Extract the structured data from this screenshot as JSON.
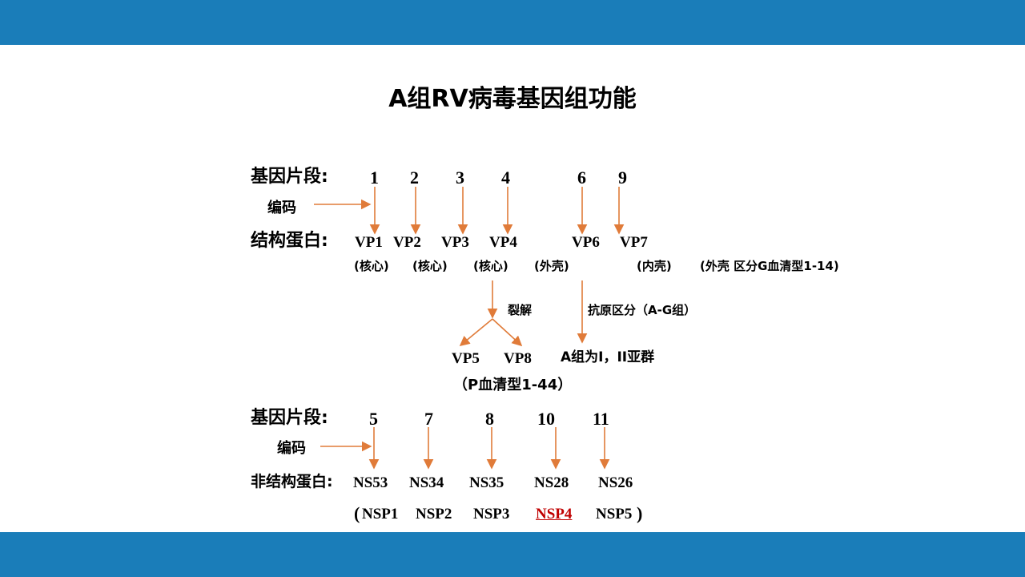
{
  "title": "A组RV病毒基因组功能",
  "colors": {
    "band": "#1a7db9",
    "arrow": "#e07b39",
    "highlight": "#c00000"
  },
  "structural": {
    "segment_label": "基因片段:",
    "encode_label": "编码",
    "protein_label": "结构蛋白:",
    "segments": [
      "1",
      "2",
      "3",
      "4",
      "6",
      "9"
    ],
    "proteins": [
      "VP1",
      "VP2",
      "VP3",
      "VP4",
      "VP6",
      "VP7"
    ],
    "roles": [
      "(核心)",
      "(核心)",
      "(核心)",
      "(外壳)",
      "(内壳)",
      "(外壳  区分G血清型1-14)"
    ],
    "cleave_label": "裂解",
    "cleave_products": [
      "VP5",
      "VP8"
    ],
    "p_serotype": "（P血清型1-44）",
    "antigen_label": "抗原区分（A-G组）",
    "antigen_result": "A组为I，II亚群"
  },
  "nonstructural": {
    "segment_label": "基因片段:",
    "encode_label": "编码",
    "protein_label": "非结构蛋白:",
    "segments": [
      "5",
      "7",
      "8",
      "10",
      "11"
    ],
    "proteins": [
      "NS53",
      "NS34",
      "NS35",
      "NS28",
      "NS26"
    ],
    "nsp_open": "(",
    "nsp": [
      "NSP1",
      "NSP2",
      "NSP3",
      "NSP4",
      "NSP5"
    ],
    "nsp_close": ")"
  }
}
